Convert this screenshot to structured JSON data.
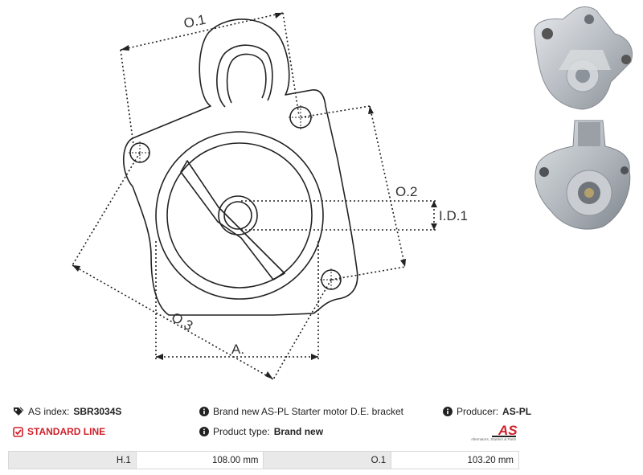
{
  "drawing": {
    "labels": {
      "o1": "O.1",
      "o2": "O.2",
      "o3": "O.3",
      "id1": "I.D.1",
      "a": "A."
    }
  },
  "info": {
    "as_index_label": "AS index:",
    "as_index_value": "SBR3034S",
    "standard_line": "STANDARD LINE",
    "description": "Brand new AS-PL Starter motor D.E. bracket",
    "product_type_label": "Product type:",
    "product_type_value": "Brand new",
    "producer_label": "Producer:",
    "producer_value": "AS-PL"
  },
  "logo": {
    "text": "AS",
    "caption": "Alternators, Starters & Parts"
  },
  "specs": [
    {
      "label": "H.1",
      "value": "108.00 mm"
    },
    {
      "label": "O.1",
      "value": "103.20 mm"
    }
  ],
  "colors": {
    "accent_red": "#d0202a",
    "line": "#222222"
  }
}
